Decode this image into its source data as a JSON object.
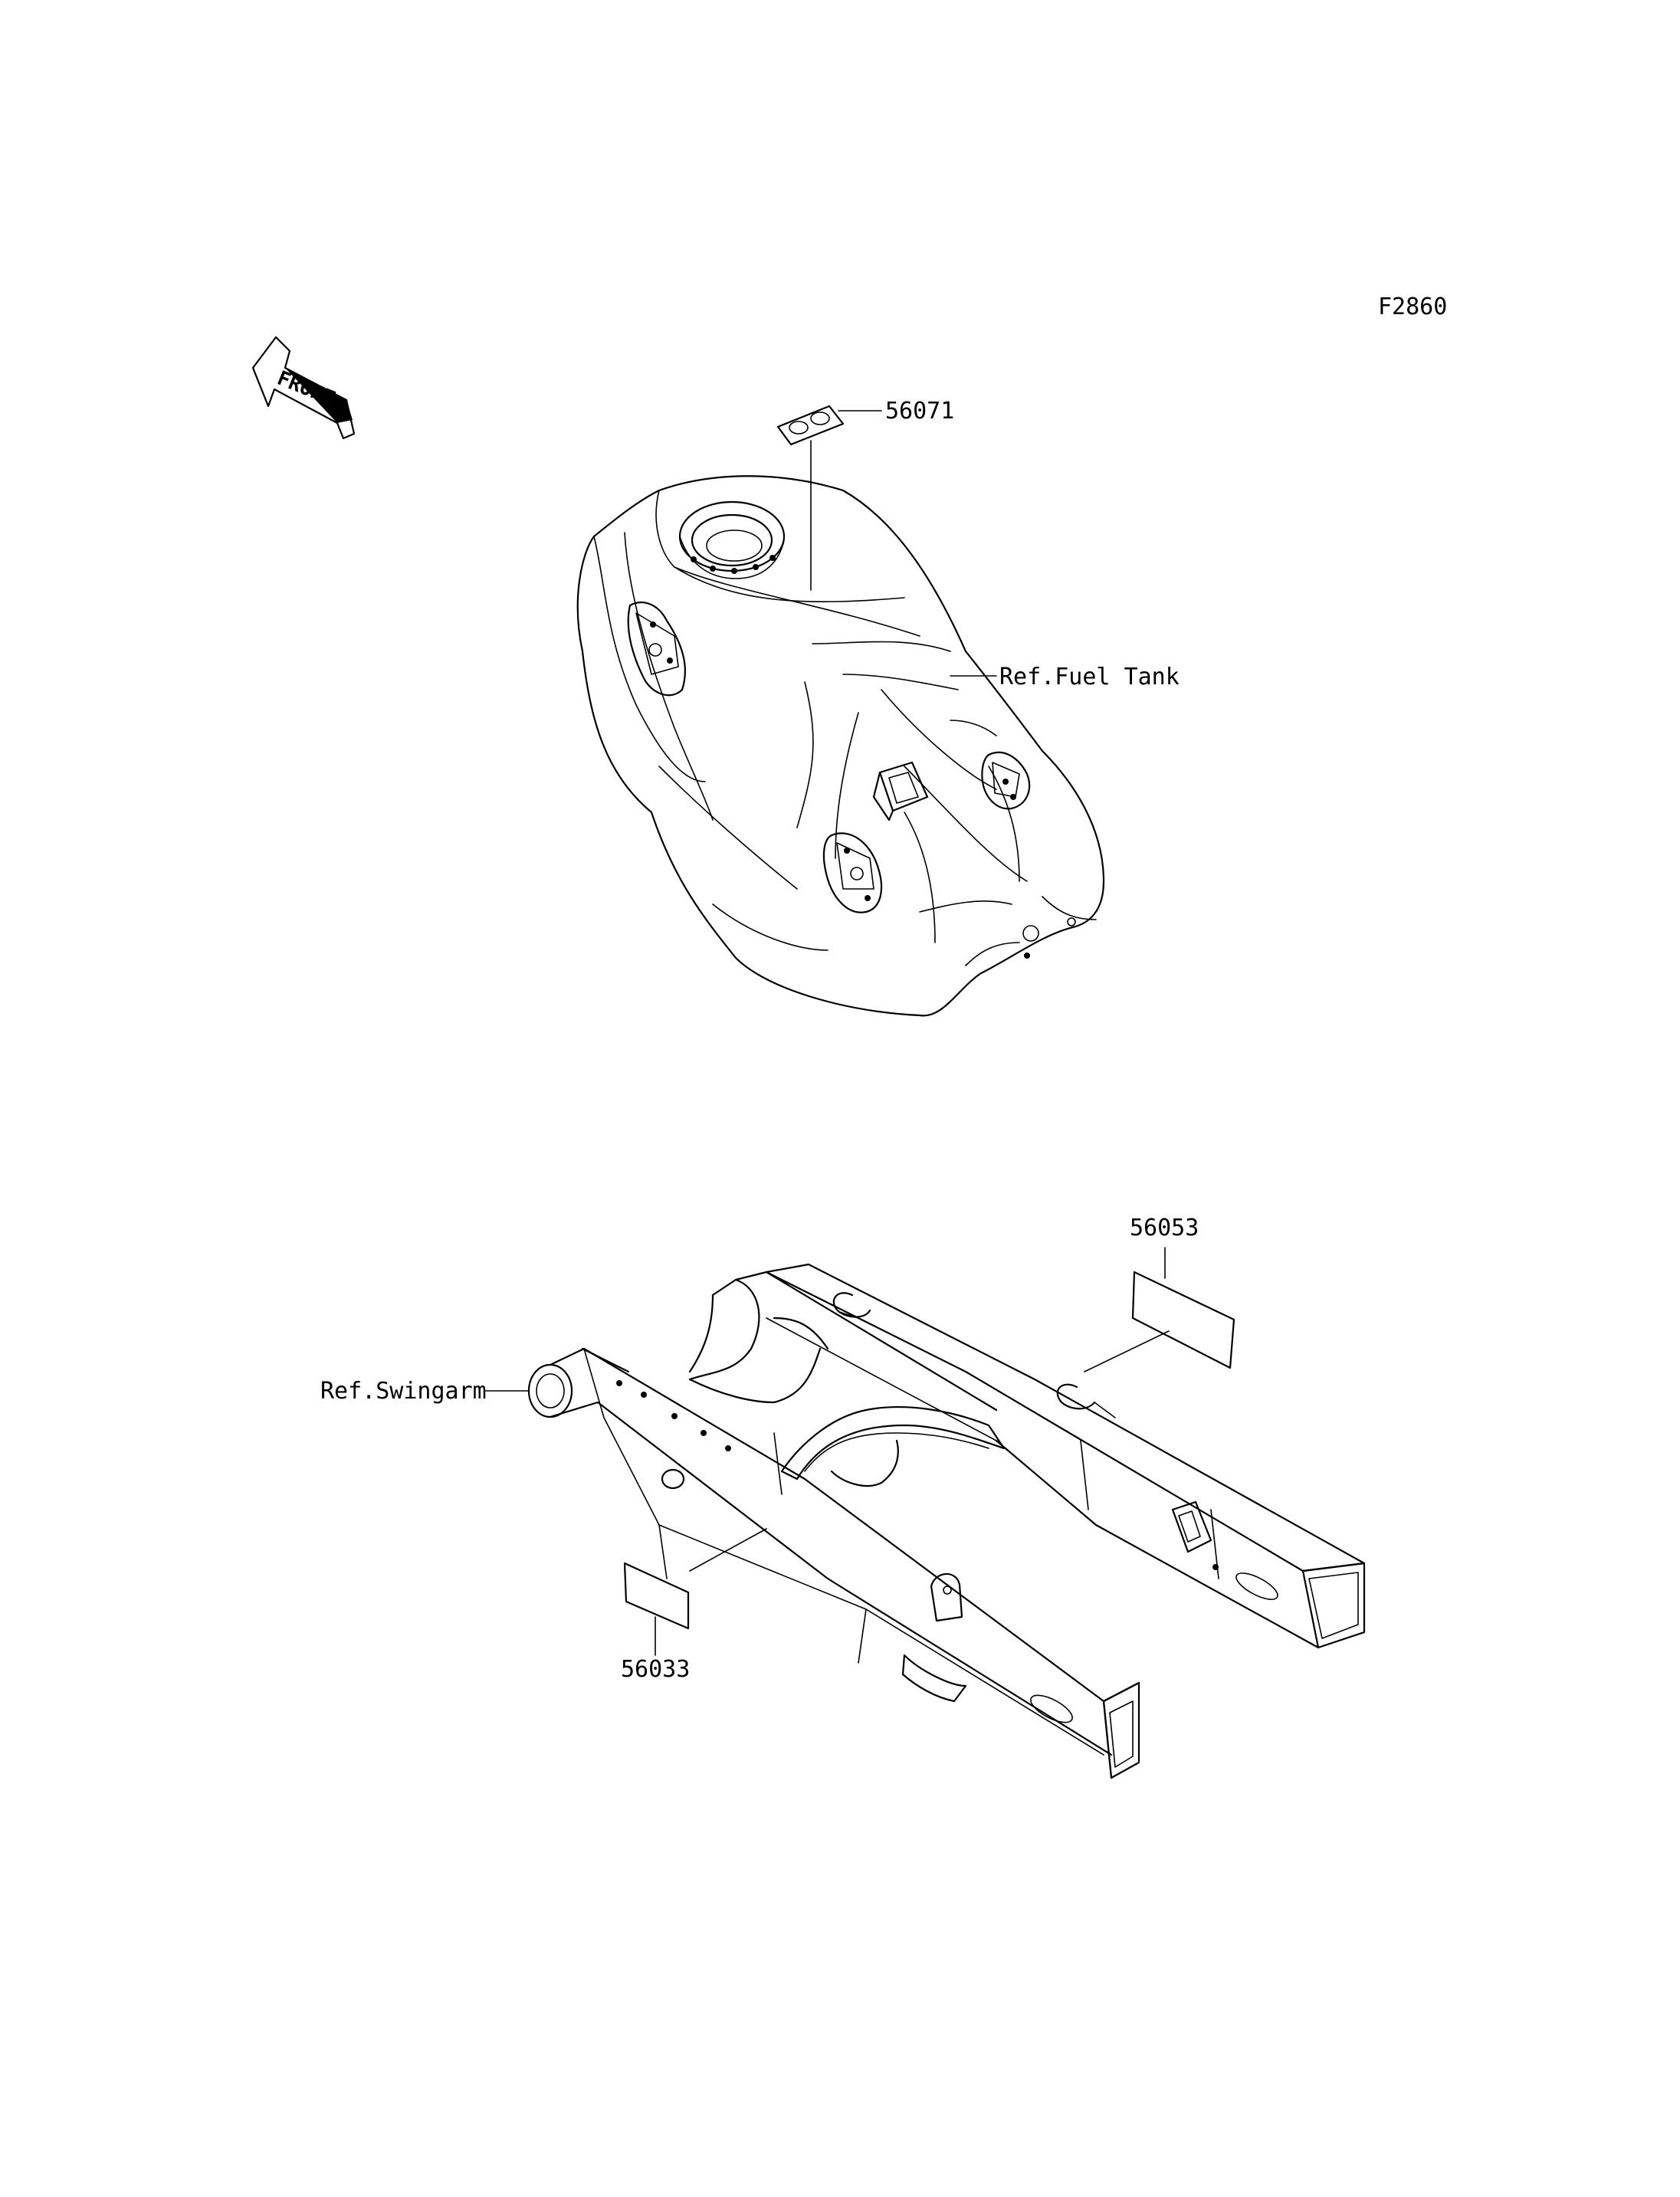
{
  "figure_code": "F2860",
  "front_indicator": {
    "label": "FRONT"
  },
  "callouts": {
    "part_56071": "56071",
    "ref_fuel_tank": "Ref.Fuel Tank",
    "part_56053": "56053",
    "ref_swingarm": "Ref.Swingarm",
    "part_56033": "56033"
  },
  "icons": {
    "front_arrow": "front-arrow-icon"
  }
}
